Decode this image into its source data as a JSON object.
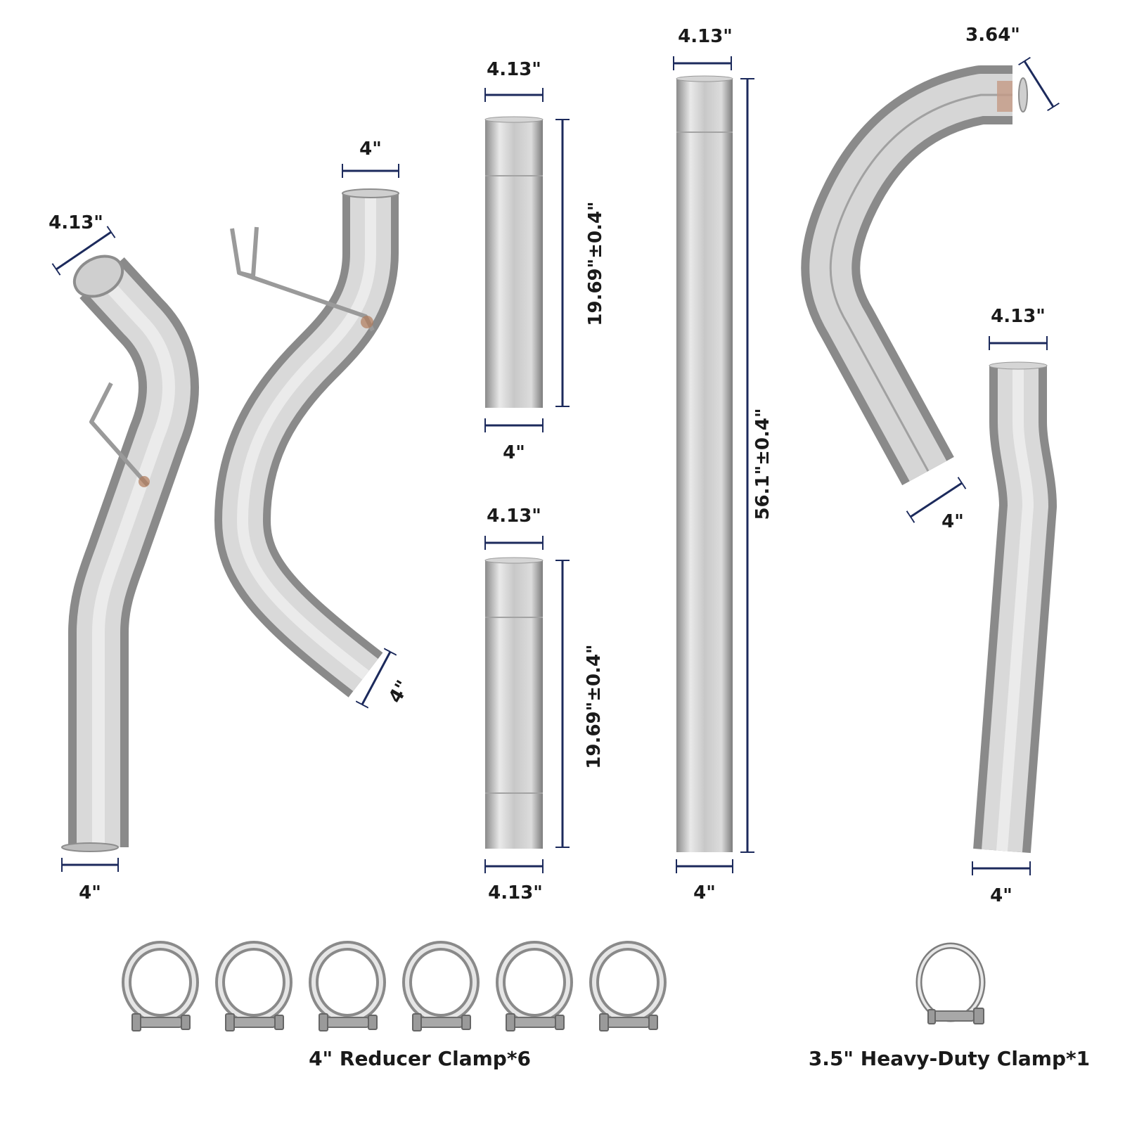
{
  "colors": {
    "background": "#ffffff",
    "dimension_line": "#1c2a5c",
    "pipe_light": "#e8e8e8",
    "pipe_mid": "#b9b9b9",
    "pipe_dark": "#8a8a8a",
    "weld": "#b07a5a",
    "text": "#1a1a1a"
  },
  "pipes": [
    {
      "name": "bent-pipe-with-hanger-1",
      "top_label": "4.13\"",
      "bottom_label": "4\""
    },
    {
      "name": "bent-pipe-with-hanger-2",
      "top_label": "4\"",
      "end_label": "4\""
    },
    {
      "name": "straight-pipe-short-1",
      "top_label": "4.13\"",
      "length_label": "19.69\"±0.4\"",
      "bottom_label": "4\""
    },
    {
      "name": "straight-pipe-short-2",
      "top_label": "4.13\"",
      "length_label": "19.69\"±0.4\"",
      "bottom_label": "4.13\""
    },
    {
      "name": "straight-pipe-long",
      "top_label": "4.13\"",
      "length_label": "56.1\"±0.4\"",
      "bottom_label": "4\""
    },
    {
      "name": "elbow-pipe",
      "top_label": "3.64\"",
      "end_label": "4\""
    },
    {
      "name": "tailpipe",
      "top_label": "4.13\"",
      "bottom_label": "4\""
    }
  ],
  "clamps": {
    "reducer": {
      "caption": "4\" Reducer Clamp*6",
      "count": 6
    },
    "heavy_duty": {
      "caption": "3.5\" Heavy-Duty Clamp*1",
      "count": 1
    }
  }
}
